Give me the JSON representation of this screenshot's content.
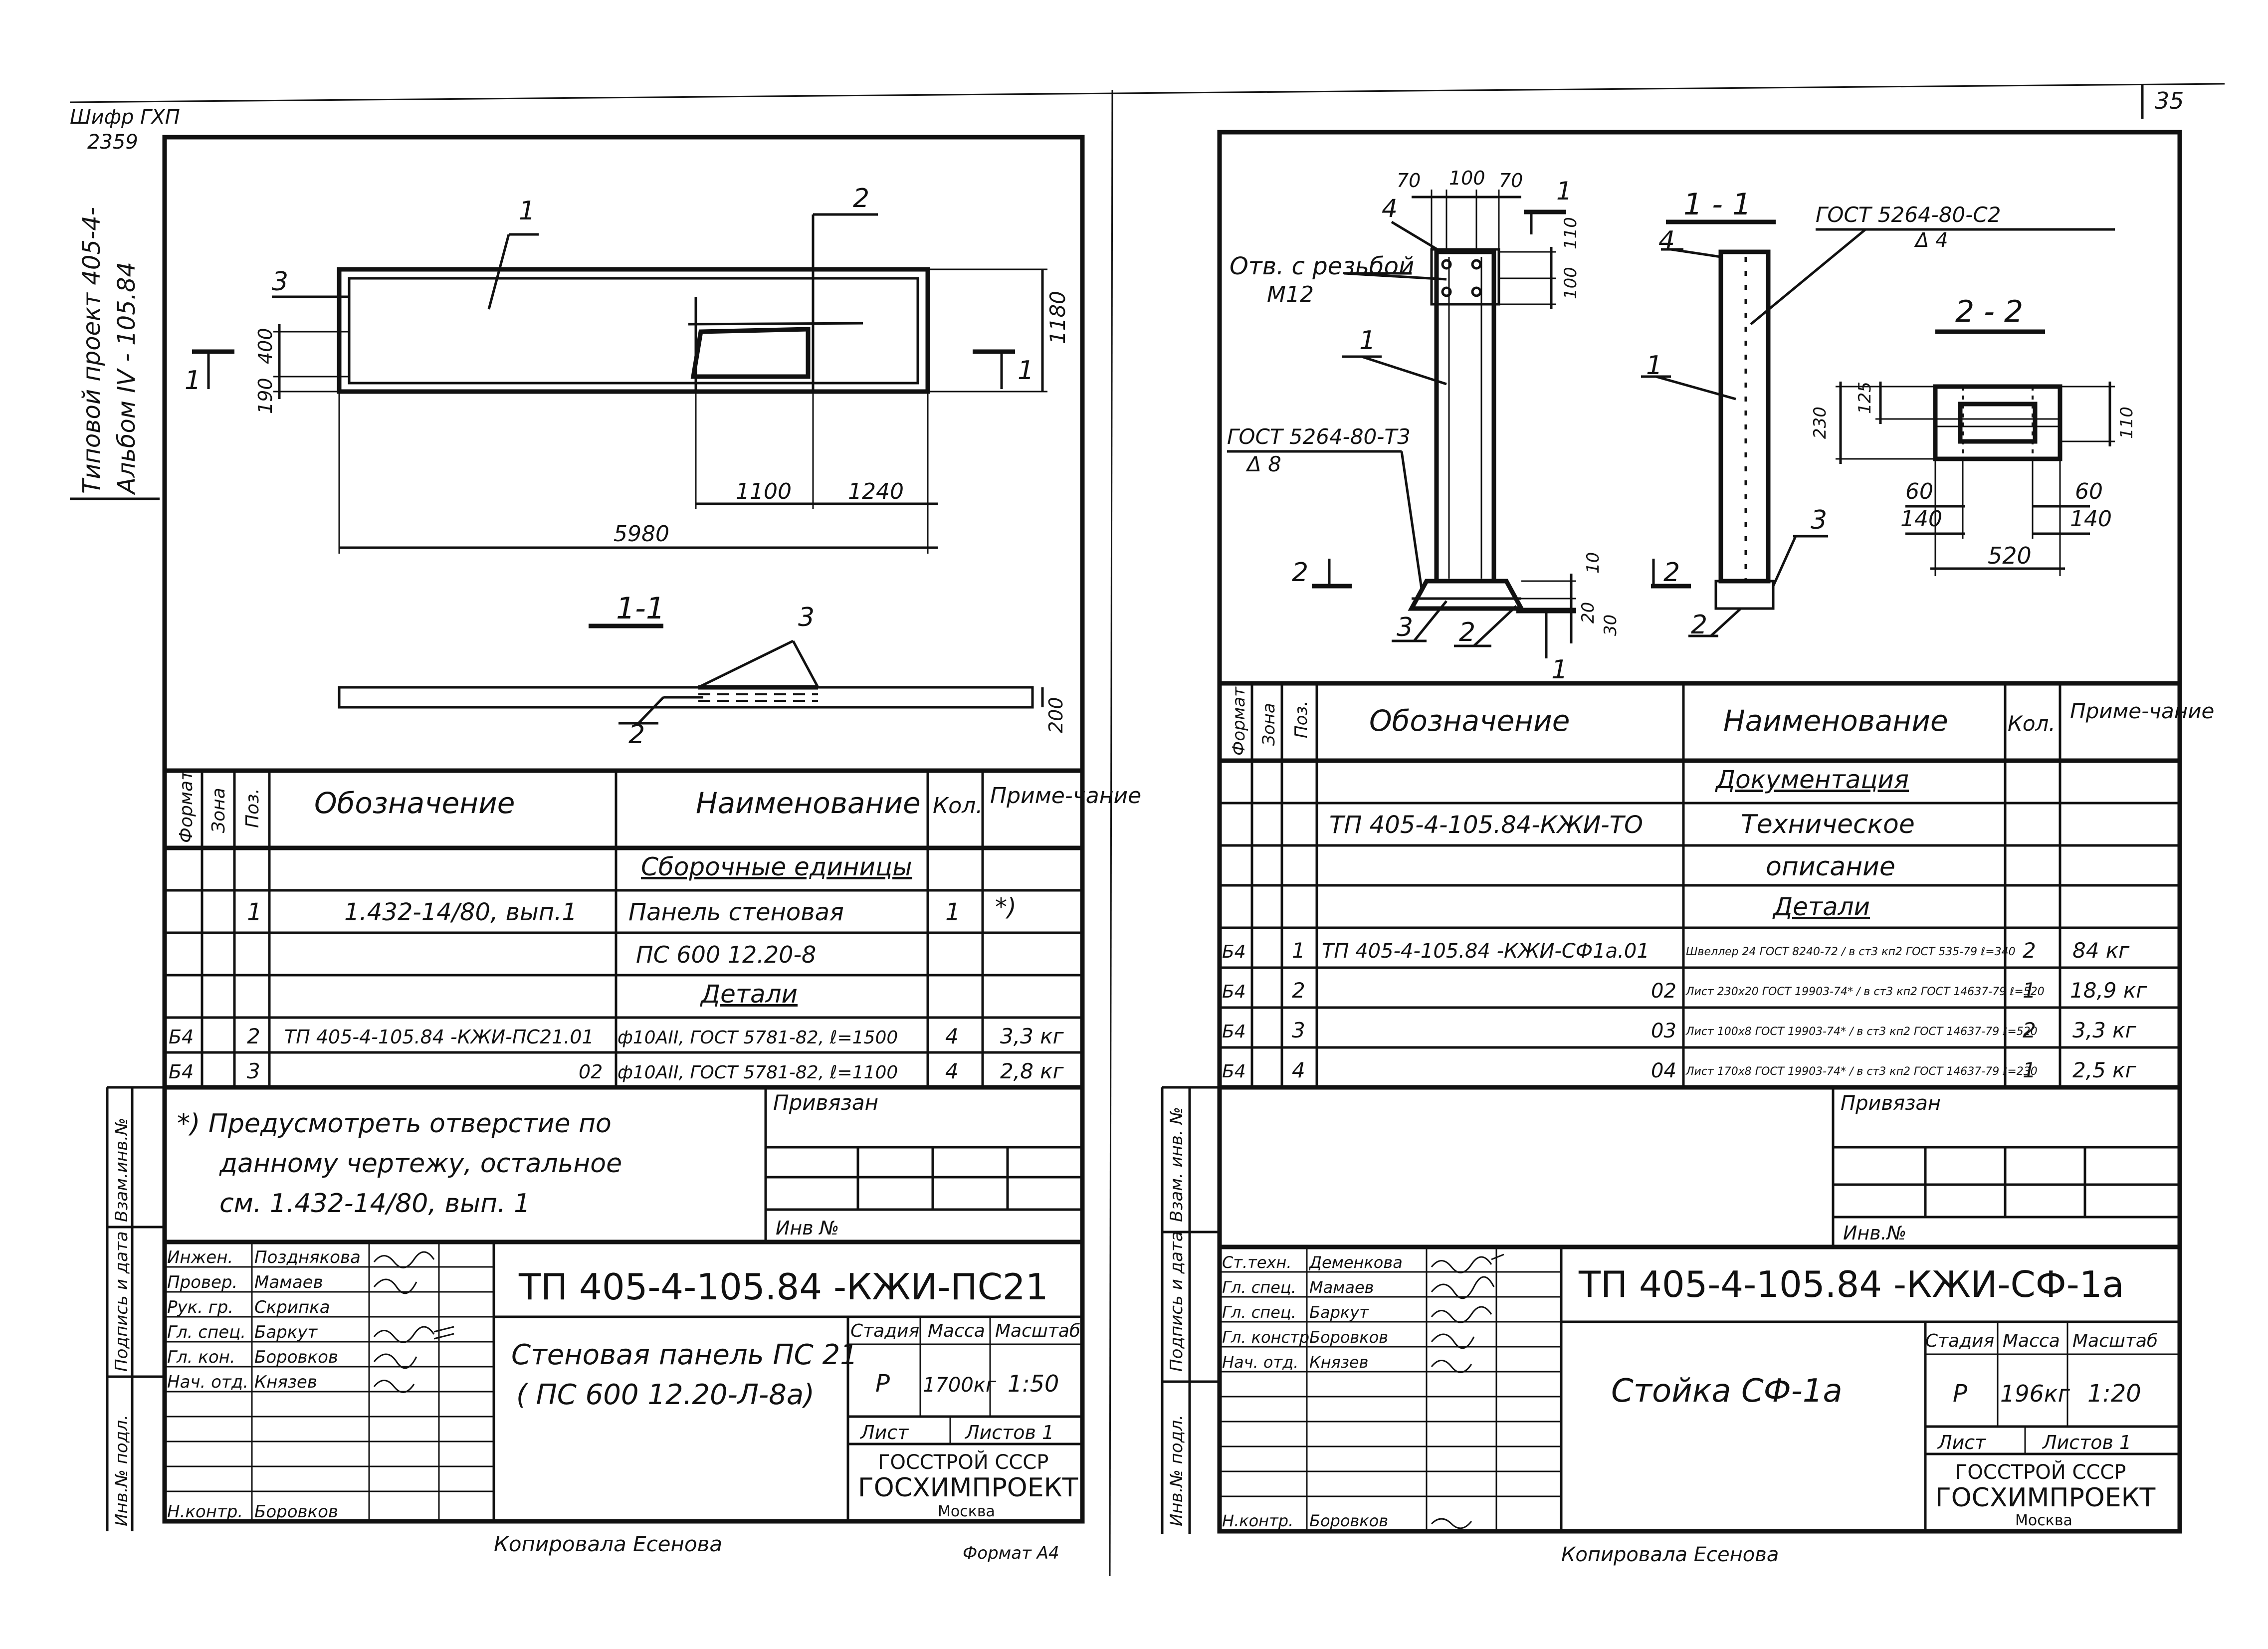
{
  "page_number": "35",
  "margin_left": {
    "shifr": "Шифр ГХП",
    "shifr_num": "2359",
    "project": "Типовой проект 405-4-",
    "project2": "Альбом IV    - 105.84"
  },
  "left": {
    "drawing": {
      "labels": [
        "1",
        "2",
        "3",
        "1",
        "1"
      ],
      "dims": [
        "1180",
        "400",
        "190",
        "1100",
        "1240",
        "5980",
        "200"
      ],
      "section": "1-1",
      "section_labels": [
        "3",
        "2"
      ]
    },
    "spec": {
      "headers": [
        "Формат",
        "Зона",
        "Поз.",
        "Обозначение",
        "Наименование",
        "Кол.",
        "Приме-чание"
      ],
      "sections": [
        "Сборочные единицы",
        "Детали"
      ],
      "rows": [
        {
          "fmt": "",
          "pos": "1",
          "des": "1.432-14/80, вып.1",
          "name": "Панель стеновая",
          "qty": "1",
          "note": "*)"
        },
        {
          "fmt": "",
          "pos": "",
          "des": "",
          "name": "ПС 600 12.20-8",
          "qty": "",
          "note": ""
        },
        {
          "fmt": "Б4",
          "pos": "2",
          "des": "ТП 405-4-105.84    -КЖИ-ПС21.01",
          "name": "ф10АII, ГОСТ 5781-82, ℓ=1500",
          "qty": "4",
          "note": "3,3 кг"
        },
        {
          "fmt": "Б4",
          "pos": "3",
          "des": "02",
          "name": "ф10АII, ГОСТ 5781-82, ℓ=1100",
          "qty": "4",
          "note": "2,8 кг"
        }
      ]
    },
    "footnote": [
      "*) Предусмотреть отверстие по",
      "данному чертежу, остальное",
      "см. 1.432-14/80, вып. 1"
    ],
    "privyazan": "Привязан",
    "inv": "Инв №",
    "side_labels": [
      "Взам.инв.№",
      "Подпись и дата",
      "Инв.№ подл."
    ],
    "staff": [
      {
        "role": "Инжен.",
        "name": "Позднякова"
      },
      {
        "role": "Провер.",
        "name": "Мамаев"
      },
      {
        "role": "Рук. гр.",
        "name": "Скрипка"
      },
      {
        "role": "Гл. спец.",
        "name": "Баркут"
      },
      {
        "role": "Гл. кон.",
        "name": "Боровков"
      },
      {
        "role": "Нач. отд.",
        "name": "Князев"
      },
      {
        "role": "Н.контр.",
        "name": "Боровков"
      }
    ],
    "code": "ТП  405-4-105.84     -КЖИ-ПС21",
    "title1": "Стеновая панель ПС 21",
    "title2": "( ПС 600  12.20-Л-8а)",
    "stage_h": [
      "Стадия",
      "Масса",
      "Масштаб"
    ],
    "stage": [
      "Р",
      "1700кг",
      "1:50"
    ],
    "sheet": "Лист",
    "sheets": "Листов 1",
    "org1": "ГОССТРОЙ СССР",
    "org2": "ГОСХИМПРОЕКТ",
    "org3": "Москва",
    "copied": "Копировала  Есенова",
    "format": "Формат А4"
  },
  "right": {
    "drawing": {
      "dims": [
        "70",
        "100",
        "70",
        "110",
        "100",
        "10",
        "20",
        "30",
        "125",
        "230",
        "110",
        "60",
        "140",
        "60",
        "140",
        "520"
      ],
      "notes": [
        "Отв. с резьбой",
        "М12",
        "ГОСТ 5264-80-Т3",
        "Δ 8",
        "ГОСТ 5264-80-С2",
        "Δ 4"
      ],
      "sections": [
        "1 - 1",
        "2 - 2"
      ],
      "labels": [
        "4",
        "1",
        "1",
        "2",
        "3",
        "2",
        "1",
        "4",
        "1",
        "3",
        "2",
        "2",
        "2"
      ]
    },
    "spec": {
      "headers": [
        "Формат",
        "Зона",
        "Поз.",
        "Обозначение",
        "Наименование",
        "Кол.",
        "Приме-чание"
      ],
      "sections": [
        "Документация",
        "Детали"
      ],
      "rows": [
        {
          "fmt": "",
          "pos": "",
          "des": "ТП 405-4-105.84-КЖИ-ТО",
          "name": "Техническое",
          "qty": "",
          "note": ""
        },
        {
          "fmt": "",
          "pos": "",
          "des": "",
          "name": "описание",
          "qty": "",
          "note": ""
        },
        {
          "fmt": "Б4",
          "pos": "1",
          "des": "ТП 405-4-105.84 -КЖИ-СФ1а.01",
          "name": "Швеллер 24 ГОСТ 8240-72 / в ст3 кп2 ГОСТ 535-79  ℓ=340",
          "qty": "2",
          "note": "84 кг"
        },
        {
          "fmt": "Б4",
          "pos": "2",
          "des": "02",
          "name": "Лист 230х20 ГОСТ 19903-74* / в ст3 кп2 ГОСТ 14637-79  ℓ=520",
          "qty": "1",
          "note": "18,9 кг"
        },
        {
          "fmt": "Б4",
          "pos": "3",
          "des": "03",
          "name": "Лист 100х8 ГОСТ 19903-74* / в ст3 кп2 ГОСТ 14637-79  ℓ=520",
          "qty": "2",
          "note": "3,3 кг"
        },
        {
          "fmt": "Б4",
          "pos": "4",
          "des": "04",
          "name": "Лист 170х8 ГОСТ 19903-74* / в ст3 кп2 ГОСТ 14637-79  ℓ=230",
          "qty": "1",
          "note": "2,5 кг"
        }
      ]
    },
    "privyazan": "Привязан",
    "inv": "Инв.№",
    "side_labels": [
      "Взам. инв. №",
      "Подпись и дата",
      "Инв.№ подл."
    ],
    "staff": [
      {
        "role": "Ст.техн.",
        "name": "Деменкова"
      },
      {
        "role": "Гл. спец.",
        "name": "Мамаев"
      },
      {
        "role": "Гл. спец.",
        "name": "Баркут"
      },
      {
        "role": "Гл. констр.",
        "name": "Боровков"
      },
      {
        "role": "Нач. отд.",
        "name": "Князев"
      },
      {
        "role": "Н.контр.",
        "name": "Боровков"
      }
    ],
    "code": "ТП  405-4-105.84     -КЖИ-СФ-1а",
    "title": "Стойка СФ-1а",
    "stage_h": [
      "Стадия",
      "Масса",
      "Масштаб"
    ],
    "stage": [
      "Р",
      "196кг",
      "1:20"
    ],
    "sheet": "Лист",
    "sheets": "Листов 1",
    "org1": "ГОССТРОЙ СССР",
    "org2": "ГОСХИМПРОЕКТ",
    "org3": "Москва",
    "copied": "Копировала  Есенова"
  }
}
